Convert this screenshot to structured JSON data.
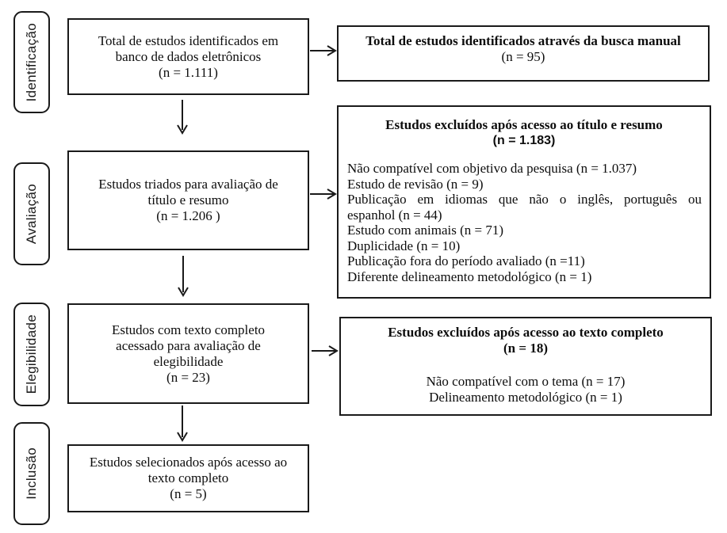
{
  "stages": [
    "Identificação",
    "Avaliação",
    "Elegibilidade",
    "Inclusão"
  ],
  "flow": [
    {
      "lines": [
        "Total de estudos identificados em",
        "banco de dados eletrônicos",
        "(n = 1.111)"
      ]
    },
    {
      "lines": [
        "Estudos triados para avaliação de",
        "título e resumo",
        "(n = 1.206 )"
      ]
    },
    {
      "lines": [
        "Estudos com texto completo",
        "acessado para avaliação de",
        "elegibilidade",
        "(n = 23)"
      ]
    },
    {
      "lines": [
        "Estudos selecionados após acesso ao",
        "texto completo",
        "(n = 5)"
      ]
    }
  ],
  "side": [
    {
      "title": "Total de estudos identificados através da busca manual",
      "count": "(n = 95)"
    },
    {
      "title": "Estudos excluídos após acesso ao título e resumo",
      "count": "(n = 1.183)",
      "items": [
        "Não compatível com objetivo da pesquisa (n = 1.037)",
        "Estudo de revisão (n = 9)",
        "Publicação em idiomas que não o inglês, português ou",
        "espanhol (n = 44)",
        "Estudo com animais (n = 71)",
        "Duplicidade (n = 10)",
        "Publicação fora do período avaliado (n =11)",
        "Diferente delineamento metodológico (n = 1)"
      ]
    },
    {
      "title": "Estudos excluídos após acesso ao texto completo",
      "count": "(n = 18)",
      "items": [
        "Não compatível com o tema (n = 17)",
        "Delineamento metodológico (n = 1)"
      ]
    }
  ],
  "colors": {
    "line": "#1a1a1a",
    "background": "#ffffff"
  }
}
